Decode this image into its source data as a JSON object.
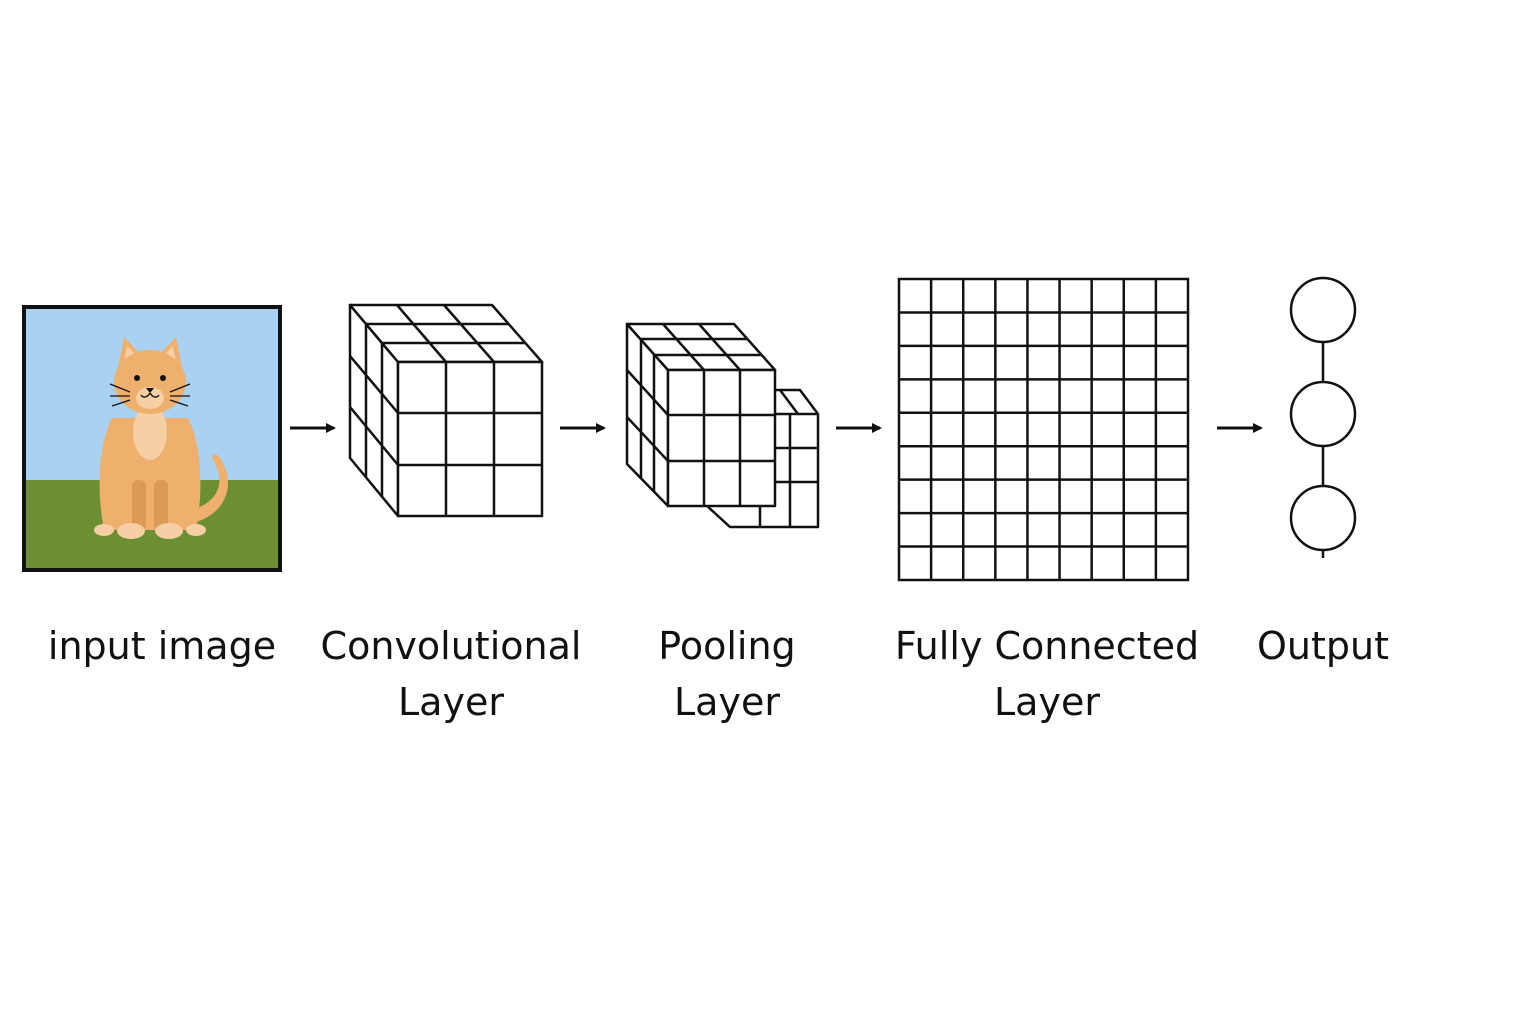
{
  "colors": {
    "sky": "#a9d1f2",
    "grass": "#6c8f33",
    "cat_body": "#eeb06c",
    "cat_light": "#f6cfa4",
    "cat_shadow": "#dc9b55",
    "stroke": "#111111",
    "background": "#ffffff"
  },
  "stages": [
    {
      "id": "input",
      "lines": [
        "input image"
      ]
    },
    {
      "id": "conv",
      "lines": [
        "Convolutional",
        "Layer"
      ]
    },
    {
      "id": "pool",
      "lines": [
        "Pooling",
        "Layer"
      ]
    },
    {
      "id": "fc",
      "lines": [
        "Fully Connected",
        "Layer"
      ]
    },
    {
      "id": "output",
      "lines": [
        "Output"
      ]
    }
  ],
  "output_nodes": 3
}
